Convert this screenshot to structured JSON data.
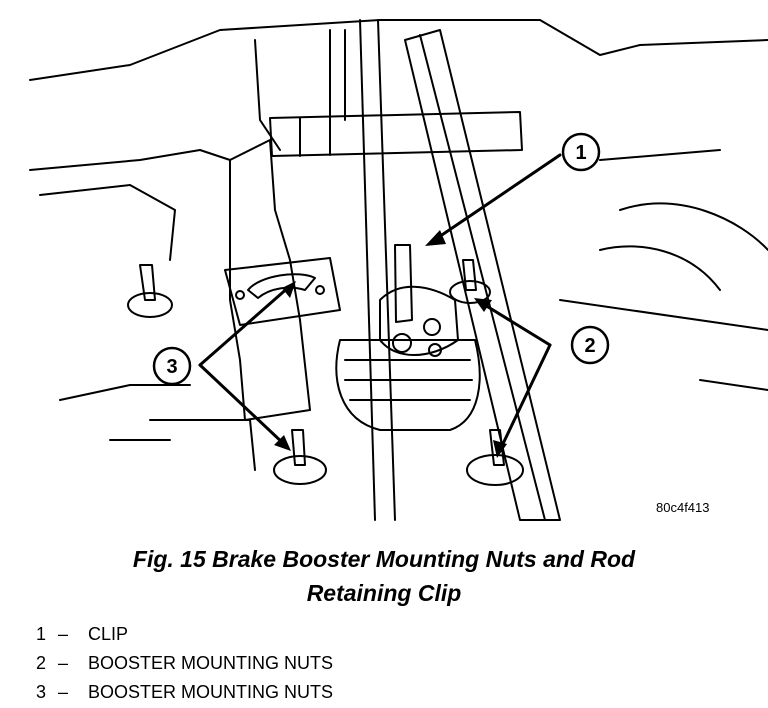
{
  "figure": {
    "code": "80c4f413",
    "caption_line1": "Fig. 15 Brake Booster Mounting Nuts and Rod",
    "caption_line2": "Retaining Clip"
  },
  "callouts": [
    "1",
    "2",
    "3"
  ],
  "legend": [
    {
      "number": "1",
      "dash": "–",
      "text": "CLIP"
    },
    {
      "number": "2",
      "dash": "–",
      "text": "BOOSTER MOUNTING NUTS"
    },
    {
      "number": "3",
      "dash": "–",
      "text": "BOOSTER MOUNTING NUTS"
    }
  ],
  "colors": {
    "ink": "#000000",
    "paper": "#ffffff"
  }
}
